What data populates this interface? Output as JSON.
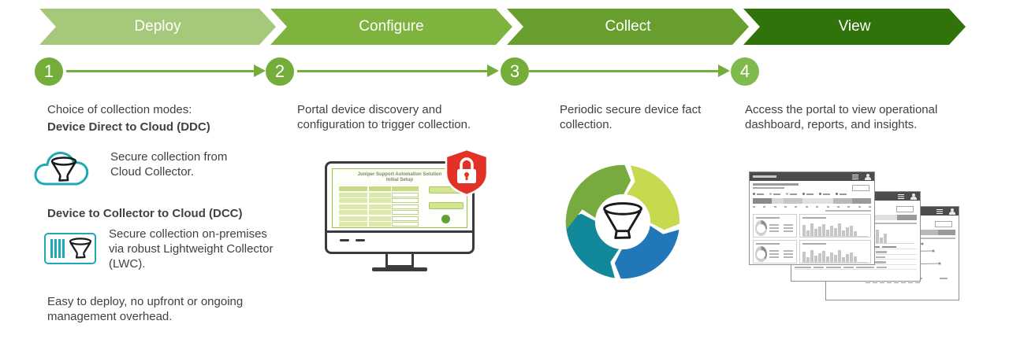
{
  "steps": [
    {
      "number": "1",
      "label": "Deploy",
      "chevron_color": "#a5c87b",
      "circle_color": "#74ad3a"
    },
    {
      "number": "2",
      "label": "Configure",
      "chevron_color": "#7eb43e",
      "circle_color": "#74ad3a"
    },
    {
      "number": "3",
      "label": "Collect",
      "chevron_color": "#689e2e",
      "circle_color": "#74ad3a"
    },
    {
      "number": "4",
      "label": "View",
      "chevron_color": "#30730b",
      "circle_color": "#7eba4d"
    }
  ],
  "columns": {
    "deploy": {
      "intro": "Choice of collection modes:",
      "ddc": {
        "title": "Device Direct to Cloud (DDC)",
        "desc": "Secure collection from Cloud Collector."
      },
      "dcc": {
        "title": "Device to Collector to Cloud (DCC)",
        "desc": "Secure collection on-premises via robust Lightweight Collector (LWC)."
      },
      "footer": "Easy to deploy, no upfront or ongoing management overhead."
    },
    "configure": {
      "text": "Portal device discovery and configuration to trigger collection.",
      "monitor": {
        "title": "Juniper Support Automation Solution",
        "subtitle": "Initial Setup"
      }
    },
    "collect": {
      "text": "Periodic secure device fact collection."
    },
    "view": {
      "text": "Access the portal to view operational dashboard, reports, and insights."
    }
  },
  "icons": {
    "cloud_collector": "teal-cloud-with-funnel",
    "lwc": "teal-box-with-funnel",
    "security_shield": "red-shield-with-lock",
    "collection_cycle": "four-segment-cycle-with-funnel",
    "dashboard_menu": "hamburger-menu",
    "dashboard_user": "user-avatar"
  },
  "colors": {
    "arrow_green": "#74ad3a",
    "teal": "#1ea9b5",
    "shield_red": "#e23127",
    "cycle_green": "#78ab3f",
    "cycle_chartreuse": "#c6d94f",
    "cycle_blue": "#2177b8",
    "cycle_teal": "#12899b",
    "text": "#414042"
  }
}
